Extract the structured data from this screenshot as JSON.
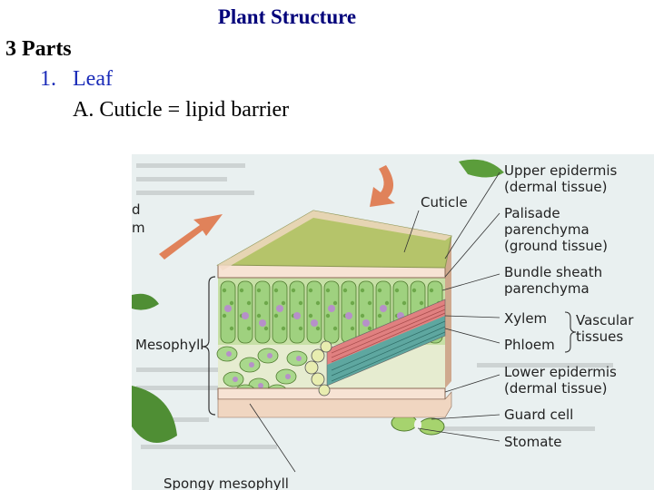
{
  "slide": {
    "title": "Plant Structure",
    "heading": "3 Parts",
    "list_number": "1.",
    "list_item": "Leaf",
    "sub_item": "A. Cuticle = lipid barrier"
  },
  "diagram": {
    "labels": {
      "cuticle": "Cuticle",
      "upper_epidermis": "Upper epidermis",
      "upper_epidermis_note": "(dermal tissue)",
      "palisade_1": "Palisade",
      "palisade_2": "parenchyma",
      "palisade_3": "(ground tissue)",
      "bundle_1": "Bundle sheath",
      "bundle_2": "parenchyma",
      "xylem": "Xylem",
      "phloem": "Phloem",
      "vascular_1": "Vascular",
      "vascular_2": "tissues",
      "lower_epidermis": "Lower epidermis",
      "lower_epidermis_note": "(dermal tissue)",
      "guard_cell": "Guard cell",
      "stomate": "Stomate",
      "mesophyll": "Mesophyll",
      "spongy": "Spongy mesophyll",
      "partial_d": "d",
      "partial_m": "m"
    },
    "colors": {
      "cuticle_top": "#b5c46a",
      "palisade": "#9fd17f",
      "chloroplast": "#6da84a",
      "nucleus": "#b690c9",
      "epidermis": "#f7e3d4",
      "arrow": "#e0825a",
      "xylem_band": "#e08080",
      "phloem_band": "#5ea7a0",
      "background": "#e9f0f0"
    }
  }
}
